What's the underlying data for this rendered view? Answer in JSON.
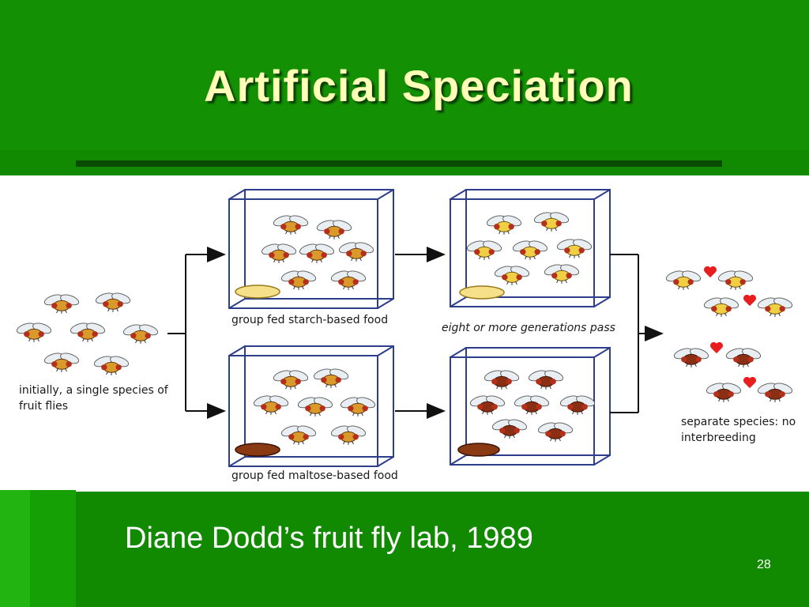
{
  "slide": {
    "title": "Artificial Speciation",
    "caption": "Diane Dodd’s fruit fly lab, 1989",
    "page_number": "28"
  },
  "diagram": {
    "initial_label": "initially, a single species of fruit flies",
    "starch_label": "group fed starch-based food",
    "maltose_label": "group fed maltose-based food",
    "generations_label": "eight or more generations pass",
    "result_label": "separate species: no interbreeding"
  },
  "colors": {
    "slide_background": "#118a02",
    "title_text": "#ffffb8",
    "starch_food": "#f6e08a",
    "maltose_food": "#8a3a12",
    "heart": "#e81d1d",
    "tank_outline": "#2d3e8c"
  },
  "icons": [
    "fruit-fly-icon",
    "heart-icon",
    "arrow-icon",
    "starch-food-dish-icon",
    "maltose-food-dish-icon"
  ]
}
